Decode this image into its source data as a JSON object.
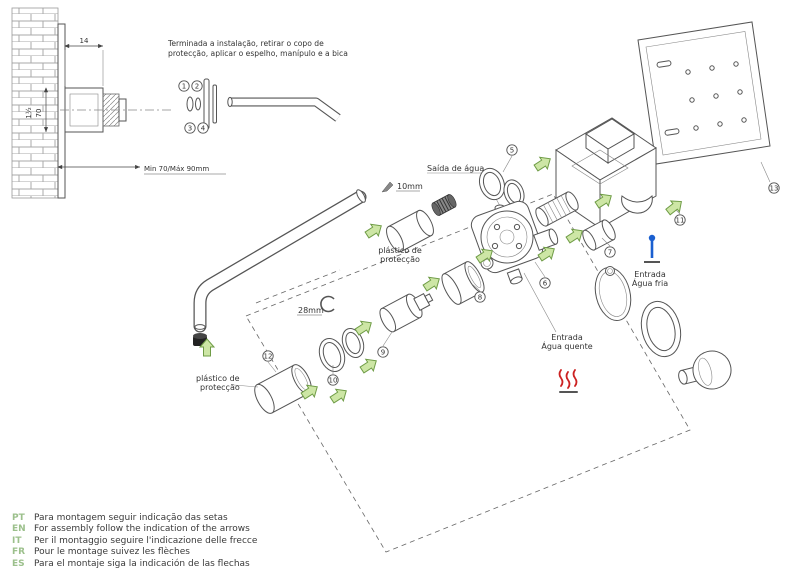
{
  "colors": {
    "arrow_fill": "#cde6a5",
    "arrow_stroke": "#6f9c46",
    "hot": "#cc2222",
    "cold": "#1a5fd0",
    "legend_code": "#9cc08c",
    "text": "#333333"
  },
  "wall_detail": {
    "dim_width": "14",
    "dim_height": "70",
    "dim_inch": "1½",
    "depth_note": "Min 70/Máx 90mm"
  },
  "install_note": {
    "line1": "Terminada a instalação,  retirar o copo de",
    "line2": "protecção, aplicar o espelho, manípulo e a bica"
  },
  "labels": {
    "outlet": "Saída de água",
    "allen": "10mm",
    "snapring": "28mm",
    "plastic_l1": "plástico de",
    "plastic_l2": "protecção",
    "cold_l1": "Entrada",
    "cold_l2": "Água fria",
    "hot_l1": "Entrada",
    "hot_l2": "Água quente"
  },
  "callouts": [
    {
      "n": "1"
    },
    {
      "n": "2"
    },
    {
      "n": "3"
    },
    {
      "n": "4"
    },
    {
      "n": "5"
    },
    {
      "n": "6"
    },
    {
      "n": "7"
    },
    {
      "n": "8"
    },
    {
      "n": "9"
    },
    {
      "n": "10"
    },
    {
      "n": "11"
    },
    {
      "n": "12"
    },
    {
      "n": "13"
    }
  ],
  "legend": {
    "items": [
      {
        "code": "PT",
        "text": "Para montagem seguir indicação das setas"
      },
      {
        "code": "EN",
        "text": "For assembly follow the indication of the arrows"
      },
      {
        "code": "IT",
        "text": "Per il montaggio seguire l'indicazione delle frecce"
      },
      {
        "code": "FR",
        "text": "Pour le montage suivez les flèches"
      },
      {
        "code": "ES",
        "text": "Para el montaje siga la indicación de las flechas"
      }
    ]
  }
}
